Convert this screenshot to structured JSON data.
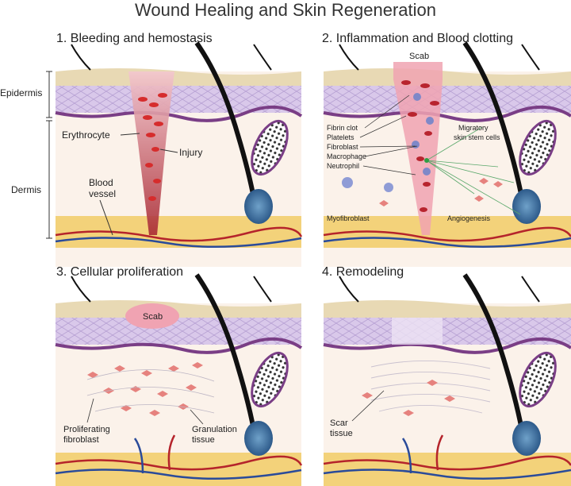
{
  "title": "Wound Healing and Skin Regeneration",
  "layers": {
    "epidermis": "Epidermis",
    "dermis": "Dermis"
  },
  "panels": [
    {
      "title": "1. Bleeding and hemostasis",
      "labels": {
        "erythrocyte": "Erythrocyte",
        "injury": "Injury",
        "blood_vessel_1": "Blood",
        "blood_vessel_2": "vessel"
      }
    },
    {
      "title": "2. Inflammation and Blood clotting",
      "labels": {
        "scab": "Scab",
        "fibrin_clot": "Fibrin clot",
        "platelets": "Platelets",
        "fibroblast": "Fibroblast",
        "macrophage": "Macrophage",
        "neutrophil": "Neutrophil",
        "migratory_1": "Migratory",
        "migratory_2": "skin stem cells",
        "myofibroblast": "Myofibroblast",
        "angiogenesis": "Angiogenesis"
      }
    },
    {
      "title": "3. Cellular proliferation",
      "labels": {
        "scab": "Scab",
        "prolif_1": "Proliferating",
        "prolif_2": "fibroblast",
        "gran_1": "Granulation",
        "gran_2": "tissue"
      }
    },
    {
      "title": "4. Remodeling",
      "labels": {
        "scar_1": "Scar",
        "scar_2": "tissue"
      }
    }
  ],
  "colors": {
    "epidermis_top": "#e8d9b4",
    "epidermis_cells": "#cdbbe0",
    "basal_layer": "#7a3e86",
    "dermis": "#fbf2ea",
    "fat": "#f3d27a",
    "vessel_red": "#b5242b",
    "vessel_blue": "#2a4b9a",
    "blood": "#d62c2c",
    "hair": "#111111",
    "fibroblast": "#e6827e",
    "scab": "#f0a3b2"
  }
}
